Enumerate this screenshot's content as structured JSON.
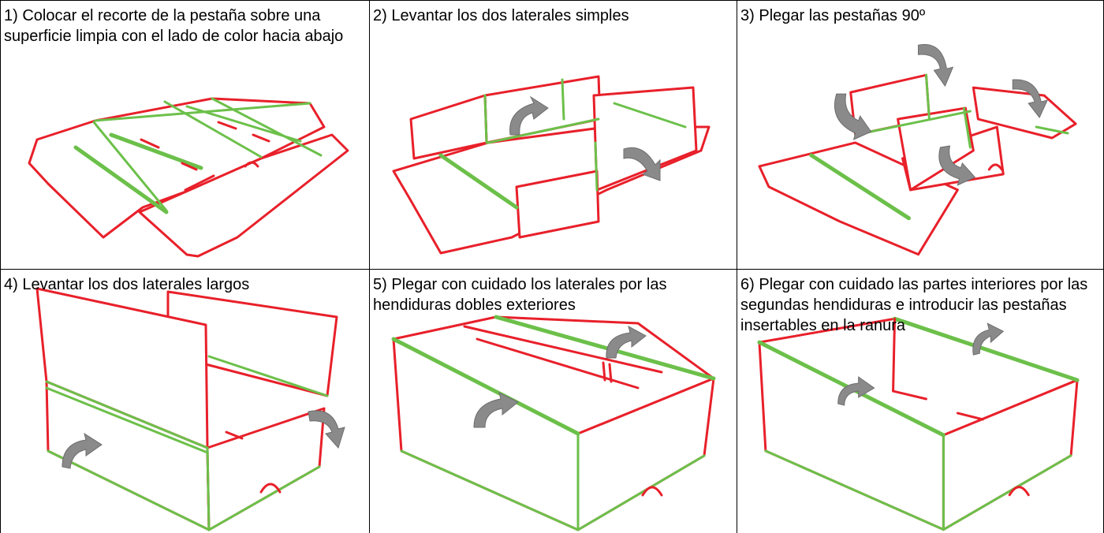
{
  "steps": [
    {
      "number": "1)",
      "text": "Colocar el recorte de la pestaña sobre una superficie limpia con el lado de color hacia abajo"
    },
    {
      "number": "2)",
      "text": "Levantar los dos laterales simples"
    },
    {
      "number": "3)",
      "text": "Plegar las pestañas 90º"
    },
    {
      "number": "4)",
      "text": "Levantar los dos laterales largos"
    },
    {
      "number": "5)",
      "text": "Plegar con cuidado los laterales por las hendiduras dobles exteriores"
    },
    {
      "number": "6)",
      "text": "Plegar con cuidado las partes interiores por las segundas hendiduras e introducir las pestañas insertables en la ranura"
    }
  ],
  "colors": {
    "cut_line": "#e8202a",
    "crease_line": "#6cc04a",
    "arrow": "#8a8a8a",
    "grid": "#000000"
  }
}
